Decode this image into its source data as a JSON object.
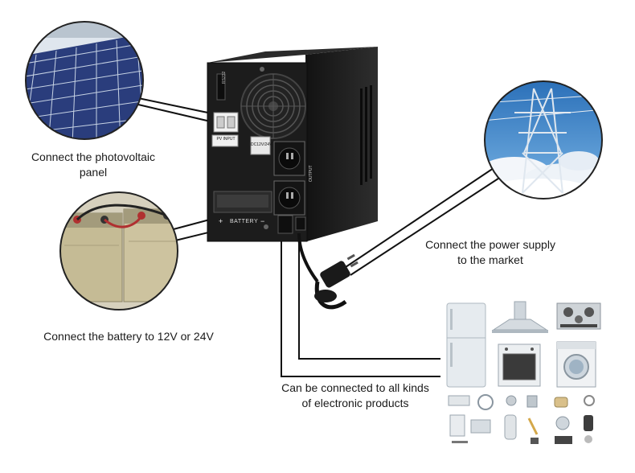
{
  "labels": {
    "pv": "Connect the photovoltaic panel",
    "battery": "Connect the battery to 12V or 24V",
    "grid": "Connect the power supply to the market",
    "products": "Can be connected to all kinds of electronic products"
  },
  "device_marks": {
    "rs232": "RS232",
    "pv_input": "PV INPUT",
    "dc_spec": "DC12V/24V",
    "battery": "BATTERY",
    "output": "OUTPUT",
    "plus": "+",
    "minus": "−"
  },
  "colors": {
    "device_body": "#1b1b1b",
    "sky": "#3b86c9",
    "solar_cell": "#283a78",
    "battery_case": "#c9bf9c",
    "appliance": "#e7ecef"
  }
}
